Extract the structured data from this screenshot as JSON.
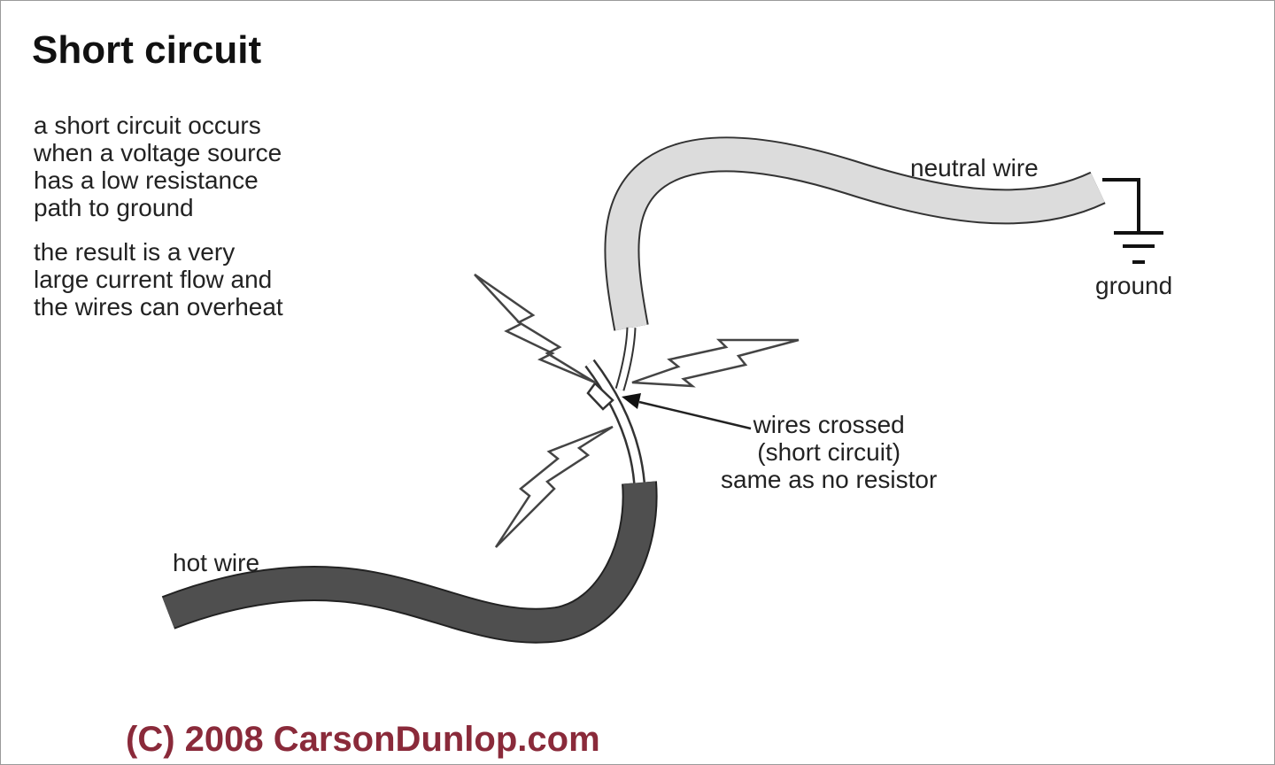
{
  "title": "Short circuit",
  "description": [
    "a short circuit occurs\nwhen a voltage source\nhas a low resistance\npath to ground",
    "the result is a very\nlarge current flow and\nthe wires can overheat"
  ],
  "labels": {
    "neutral_wire": "neutral wire",
    "ground": "ground",
    "wires_crossed": "wires crossed\n(short circuit)\nsame as no resistor",
    "hot_wire": "hot wire"
  },
  "credit": "(C) 2008 CarsonDunlop.com",
  "colors": {
    "neutral_wire": "#dcdcdc",
    "hot_wire": "#4a4a4a",
    "outline": "#333333",
    "credit": "#8a2a3a"
  },
  "icons": [
    "ground-symbol-icon",
    "spark-icon",
    "arrow-icon"
  ]
}
